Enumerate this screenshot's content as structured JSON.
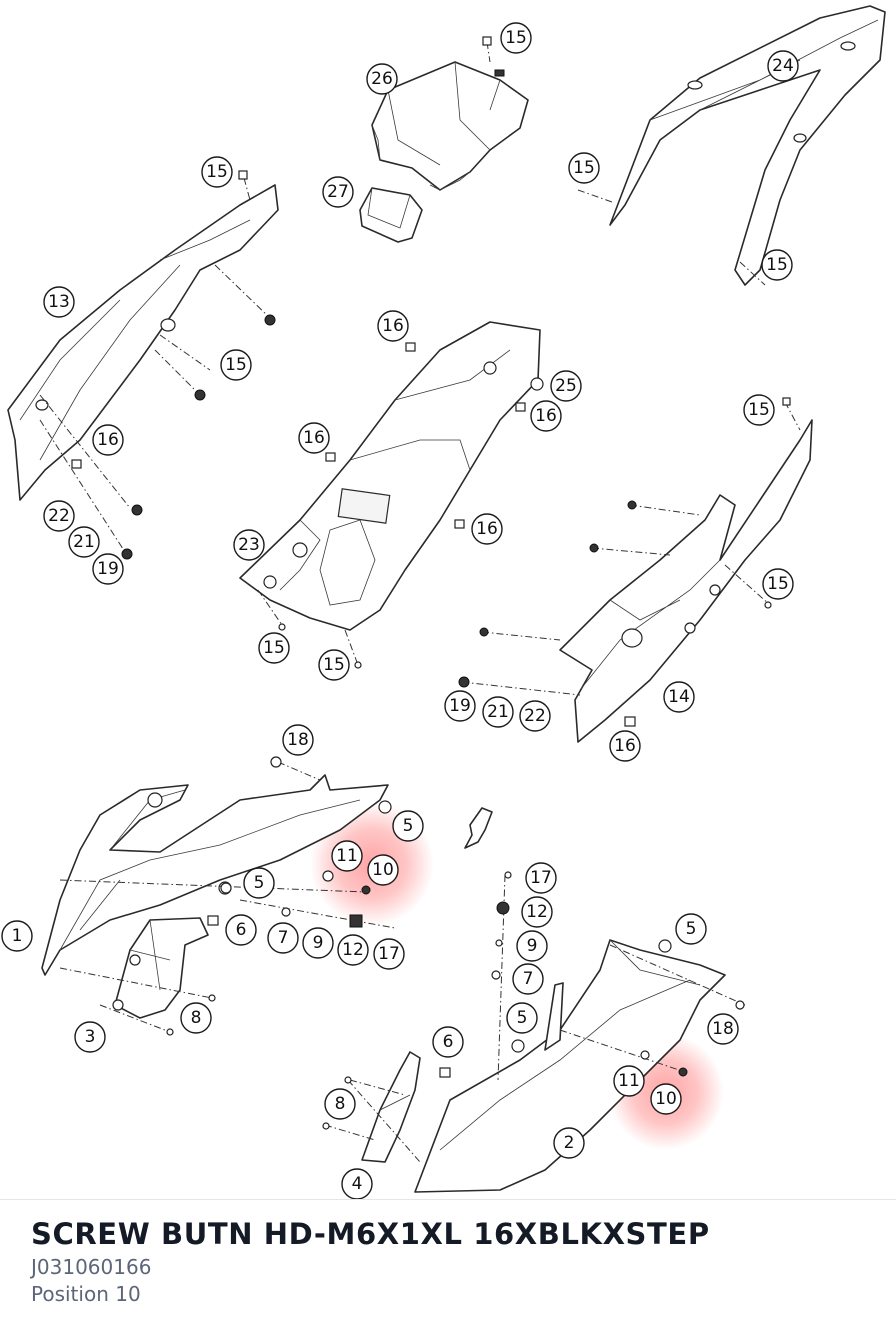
{
  "part": {
    "name": "SCREW BUTN HD-M6X1XL 16XBLKXSTEP",
    "number": "J031060166",
    "position": "Position 10"
  },
  "highlight": {
    "color": "#ff5a5a",
    "position_number": "10"
  },
  "callouts": [
    "1",
    "2",
    "3",
    "4",
    "5",
    "6",
    "7",
    "8",
    "9",
    "10",
    "11",
    "12",
    "13",
    "14",
    "15",
    "16",
    "17",
    "18",
    "19",
    "21",
    "22",
    "23",
    "24",
    "25",
    "26",
    "27"
  ]
}
